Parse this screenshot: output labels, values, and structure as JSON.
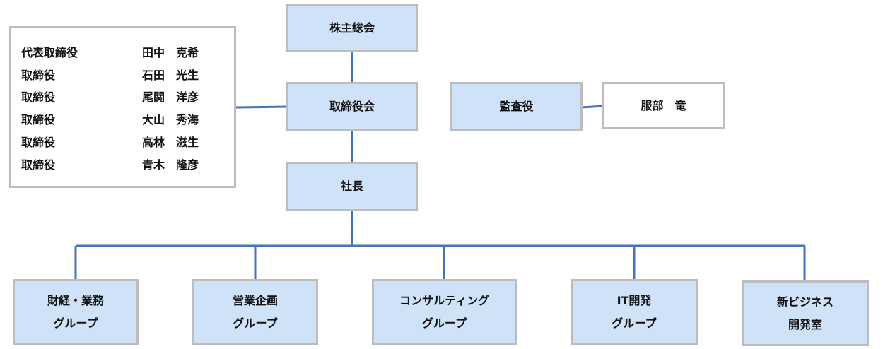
{
  "colors": {
    "box_fill": "#cfe2f8",
    "box_border": "#bdbdbd",
    "connector": "#4a72b8"
  },
  "nodes": {
    "shareholders": "株主総会",
    "board": "取締役会",
    "auditor": "監査役",
    "auditor_name": "服部　竜",
    "president": "社長"
  },
  "board_members": [
    {
      "role": "代表取締役",
      "name": "田中　克希"
    },
    {
      "role": "取締役",
      "name": "石田　光生"
    },
    {
      "role": "取締役",
      "name": "尾関　洋彦"
    },
    {
      "role": "取締役",
      "name": "大山　秀海"
    },
    {
      "role": "取締役",
      "name": "高林　滋生"
    },
    {
      "role": "取締役",
      "name": "青木　隆彦"
    }
  ],
  "groups": [
    {
      "line1": "財経・業務",
      "line2": "グループ"
    },
    {
      "line1": "営業企画",
      "line2": "グループ"
    },
    {
      "line1": "コンサルティング",
      "line2": "グループ"
    },
    {
      "line1": "IT開発",
      "line2": "グループ"
    },
    {
      "line1": "新ビジネス",
      "line2": "開発室"
    }
  ]
}
